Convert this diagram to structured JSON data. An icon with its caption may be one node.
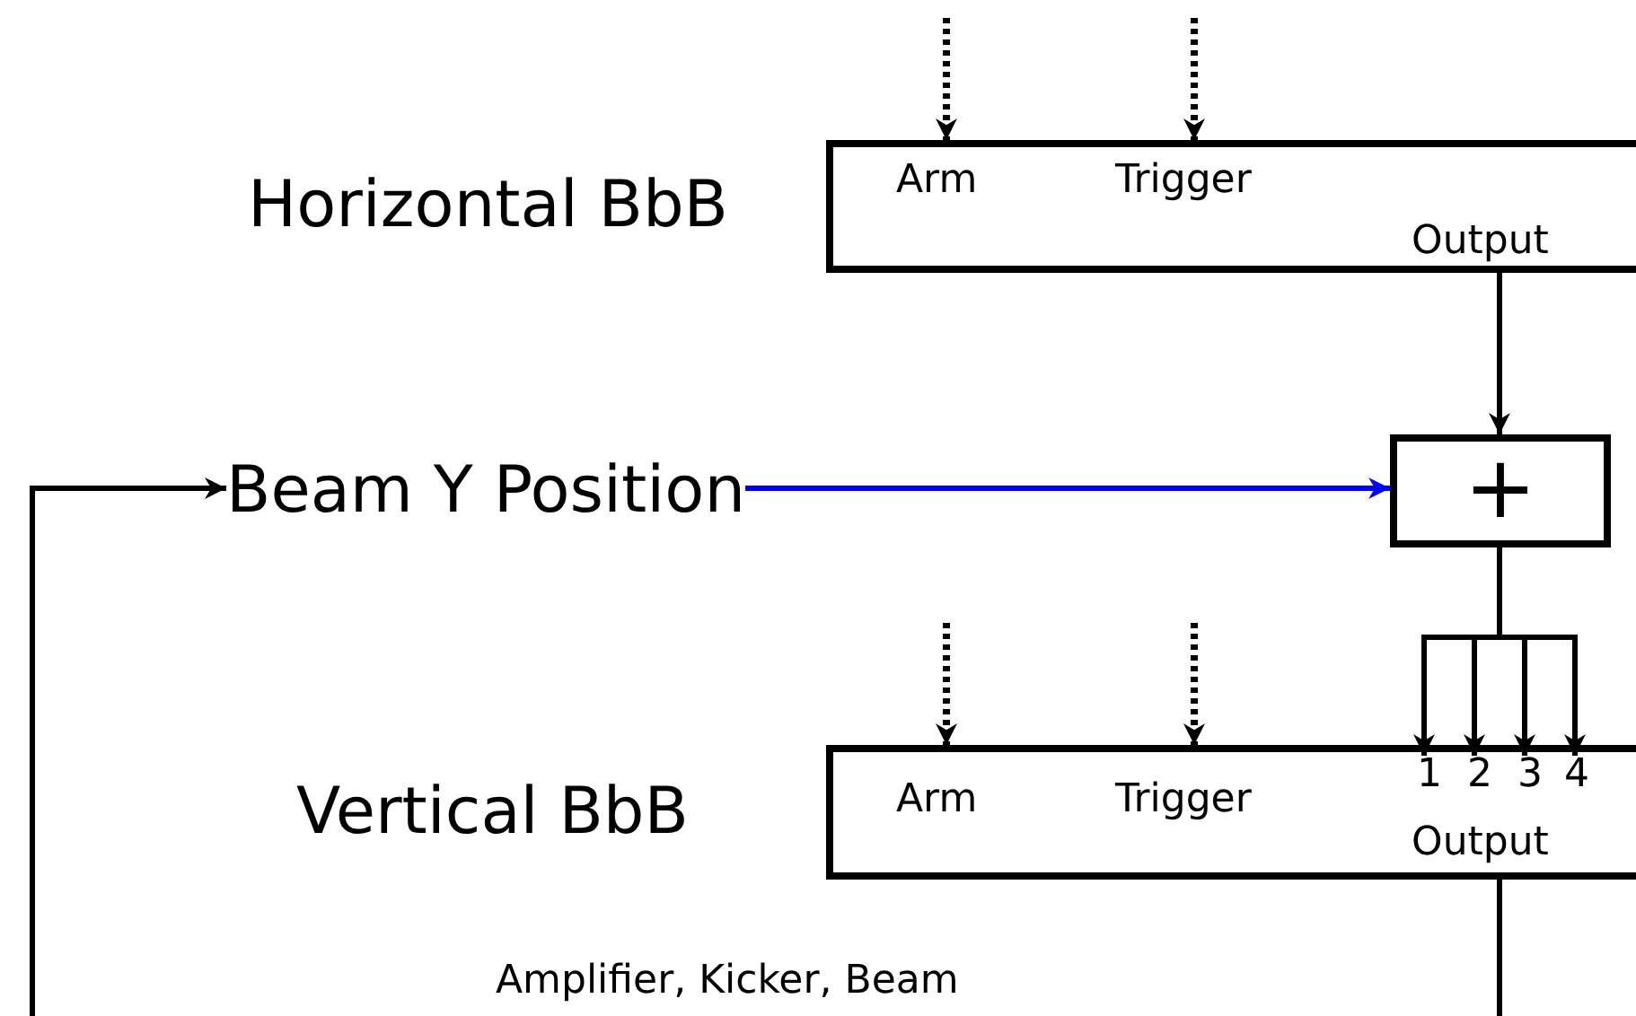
{
  "diagram": {
    "nodes": [
      {
        "text": [
          "Horizontal BbB",
          "Arm",
          "Trigger",
          "Output"
        ]
      },
      {
        "text": [
          "Beam Y Position"
        ]
      },
      {
        "text": [
          "+"
        ]
      },
      {
        "text": [
          "Vertical BbB",
          "Arm",
          "Trigger",
          "Output"
        ]
      },
      {
        "text": [
          "1"
        ],
        "in": 3
      },
      {
        "text": [
          "2"
        ],
        "in": 3
      },
      {
        "text": [
          "3"
        ],
        "in": 3
      },
      {
        "text": [
          "4"
        ],
        "in": 3
      }
    ],
    "edges": [
      {
        "from": null,
        "to": 0,
        "arrow": "to",
        "style": "dashed"
      },
      {
        "from": null,
        "to": 0,
        "arrow": "to",
        "style": "dashed"
      },
      {
        "from": 0,
        "to": 2,
        "arrow": "to"
      },
      {
        "from": 1,
        "to": 2,
        "arrow": "to",
        "color": "#0000ff"
      },
      {
        "from": 2,
        "to": 4,
        "arrow": "to"
      },
      {
        "from": 2,
        "to": 5,
        "arrow": "to"
      },
      {
        "from": 2,
        "to": 6,
        "arrow": "to"
      },
      {
        "from": 2,
        "to": 7,
        "arrow": "to"
      },
      {
        "from": null,
        "to": 3,
        "arrow": "to",
        "style": "dashed"
      },
      {
        "from": null,
        "to": 3,
        "arrow": "to",
        "style": "dashed"
      },
      {
        "from": 3,
        "to": null,
        "arrow": "none"
      },
      {
        "from": null,
        "to": 1,
        "arrow": "to"
      }
    ],
    "labels": [
      "Amplifier, Kicker, Beam"
    ]
  }
}
